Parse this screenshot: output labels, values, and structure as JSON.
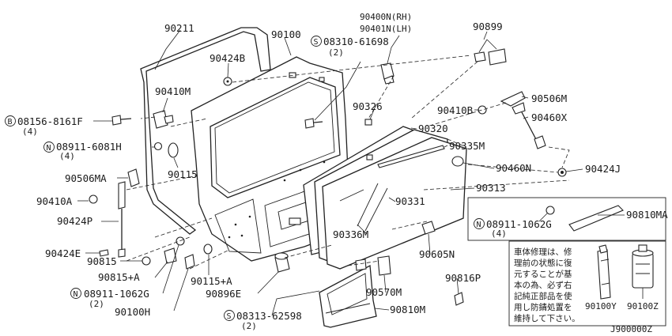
{
  "diagram": {
    "labels": [
      {
        "id": "p90211",
        "text": "90211"
      },
      {
        "id": "p90100",
        "text": "90100"
      },
      {
        "id": "p90400n",
        "text": "90400N(RH)"
      },
      {
        "id": "p90401n",
        "text": "90401N(LH)"
      },
      {
        "id": "p90899",
        "text": "90899"
      },
      {
        "id": "p90424b",
        "text": "90424B"
      },
      {
        "id": "p08310",
        "text": "08310-61698"
      },
      {
        "id": "p08310q",
        "text": "(2)"
      },
      {
        "id": "p90410m",
        "text": "90410M"
      },
      {
        "id": "p08156",
        "text": "08156-8161F"
      },
      {
        "id": "p08156q",
        "text": "(4)"
      },
      {
        "id": "p08911a",
        "text": "08911-6081H"
      },
      {
        "id": "p08911aq",
        "text": "(4)"
      },
      {
        "id": "p90115",
        "text": "90115"
      },
      {
        "id": "p90506ma",
        "text": "90506MA"
      },
      {
        "id": "p90410a",
        "text": "90410A"
      },
      {
        "id": "p90424p",
        "text": "90424P"
      },
      {
        "id": "p90424e",
        "text": "90424E"
      },
      {
        "id": "p90815",
        "text": "90815"
      },
      {
        "id": "p90815a",
        "text": "90815+A"
      },
      {
        "id": "p08911b",
        "text": "08911-1062G"
      },
      {
        "id": "p08911bq",
        "text": "(2)"
      },
      {
        "id": "p90100h",
        "text": "90100H"
      },
      {
        "id": "p90115a",
        "text": "90115+A"
      },
      {
        "id": "p90896e",
        "text": "90896E"
      },
      {
        "id": "p08313",
        "text": "08313-62598"
      },
      {
        "id": "p08313q",
        "text": "(2)"
      },
      {
        "id": "p90326",
        "text": "90326"
      },
      {
        "id": "p90320",
        "text": "90320"
      },
      {
        "id": "p90335m",
        "text": "90335M"
      },
      {
        "id": "p90410b",
        "text": "90410B"
      },
      {
        "id": "p90506m",
        "text": "90506M"
      },
      {
        "id": "p90460x",
        "text": "90460X"
      },
      {
        "id": "p90460n",
        "text": "90460N"
      },
      {
        "id": "p90424j",
        "text": "90424J"
      },
      {
        "id": "p90331",
        "text": "90331"
      },
      {
        "id": "p90313",
        "text": "90313"
      },
      {
        "id": "p08911c",
        "text": "08911-1062G"
      },
      {
        "id": "p08911cq",
        "text": "(4)"
      },
      {
        "id": "p90810ma",
        "text": "90810MA"
      },
      {
        "id": "p90336m",
        "text": "90336M"
      },
      {
        "id": "p90605n",
        "text": "90605N"
      },
      {
        "id": "p90570m",
        "text": "90570M"
      },
      {
        "id": "p90816p",
        "text": "90816P"
      },
      {
        "id": "p90810m",
        "text": "90810M"
      },
      {
        "id": "p90100y",
        "text": "90100Y"
      },
      {
        "id": "p90100z",
        "text": "90100Z"
      }
    ],
    "prefix_marks": {
      "bolt_mark": "B",
      "nut_mark": "N",
      "screw_mark": "S"
    },
    "note_lines": [
      "車体修理は、修",
      "理前の状態に復",
      "元することが基",
      "本の為、必ず右",
      "記純正部品を使",
      "用し防錆処置を",
      "維持して下さい。"
    ],
    "diagram_code": "J900000Z"
  }
}
